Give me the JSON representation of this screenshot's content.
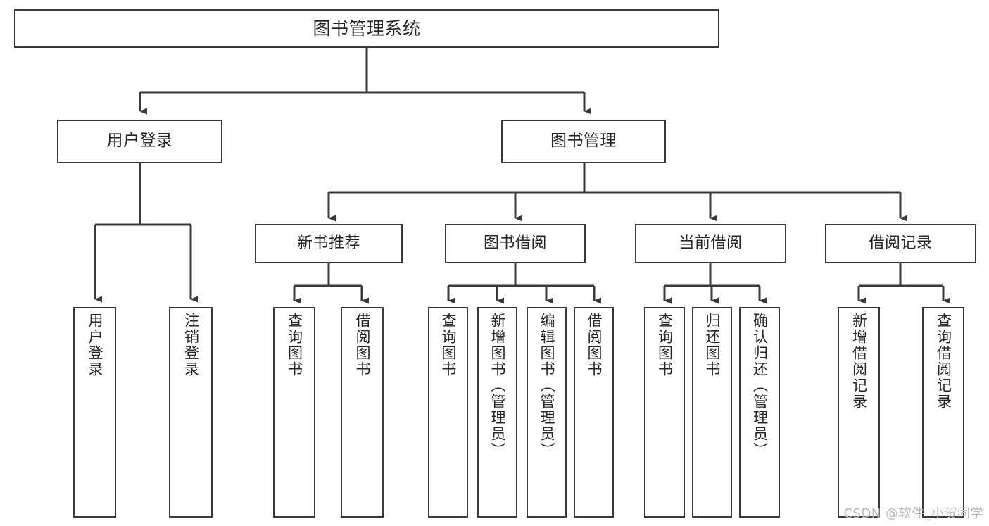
{
  "diagram": {
    "title_node": {
      "label": "图书管理系统"
    },
    "level2": [
      {
        "id": "user-login",
        "label": "用户登录"
      },
      {
        "id": "book-management",
        "label": "图书管理"
      }
    ],
    "level3": [
      {
        "id": "new-book-recommend",
        "label": "新书推荐"
      },
      {
        "id": "book-borrow",
        "label": "图书借阅"
      },
      {
        "id": "current-borrow",
        "label": "当前借阅"
      },
      {
        "id": "borrow-record",
        "label": "借阅记录"
      }
    ],
    "leaves": [
      {
        "id": "leaf-user-login",
        "label": "用户登录"
      },
      {
        "id": "leaf-logout-login",
        "label": "注销登录"
      },
      {
        "id": "leaf-query-book-1",
        "label": "查询图书"
      },
      {
        "id": "leaf-borrow-book-1",
        "label": "借阅图书"
      },
      {
        "id": "leaf-query-book-2",
        "label": "查询图书"
      },
      {
        "id": "leaf-add-book-admin",
        "label": "新增图书（管理员）"
      },
      {
        "id": "leaf-edit-book-admin",
        "label": "编辑图书（管理员）"
      },
      {
        "id": "leaf-borrow-book-2",
        "label": "借阅图书"
      },
      {
        "id": "leaf-query-book-3",
        "label": "查询图书"
      },
      {
        "id": "leaf-return-book",
        "label": "归还图书"
      },
      {
        "id": "leaf-confirm-return-admin",
        "label": "确认归还（管理员）"
      },
      {
        "id": "leaf-add-borrow-record",
        "label": "新增借阅记录"
      },
      {
        "id": "leaf-query-borrow-record",
        "label": "查询借阅记录"
      }
    ],
    "colors": {
      "border": "#3a3a3a",
      "text": "#262626",
      "background": "#ffffff",
      "watermark": "#b9b9b9"
    }
  },
  "watermark": {
    "text": "CSDN @软件_小贺同学"
  }
}
